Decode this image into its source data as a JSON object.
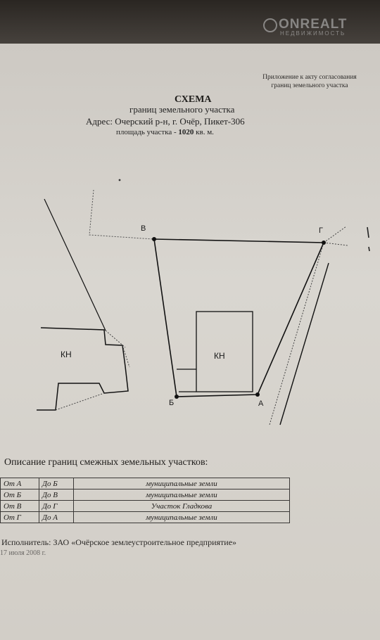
{
  "watermark": {
    "brand": "ONREALT",
    "sub": "НЕДВИЖИМОСТЬ"
  },
  "header": {
    "appendix_line1": "Приложение к акту согласования",
    "appendix_line2": "границ земельного участка",
    "title": "СХЕМА",
    "subtitle": "границ земельного участка",
    "address": "Адрес: Очерский р-н, г. Очёр,  Пикет-306",
    "area_prefix": "площадь участка  - ",
    "area_value": "1020",
    "area_unit": " кв. м."
  },
  "scheme": {
    "point_labels": {
      "v": "В",
      "g": "Г",
      "b": "Б",
      "a": "А"
    },
    "kn_left": "КН",
    "kn_right": "КН"
  },
  "description": {
    "title": "Описание границ смежных земельных участков:",
    "rows": [
      {
        "from": "От А",
        "to": "До Б",
        "desc": "муниципальные земли"
      },
      {
        "from": "От Б",
        "to": "До В",
        "desc": "муниципальные земли"
      },
      {
        "from": "От В",
        "to": "До Г",
        "desc": "Участок Гладкова"
      },
      {
        "from": "От Г",
        "to": "До А",
        "desc": "муниципальные земли"
      }
    ]
  },
  "footer": {
    "executor": "Исполнитель: ЗАО «Очёрское землеустроительное предприятие»",
    "date": "17 июля 2008 г."
  }
}
